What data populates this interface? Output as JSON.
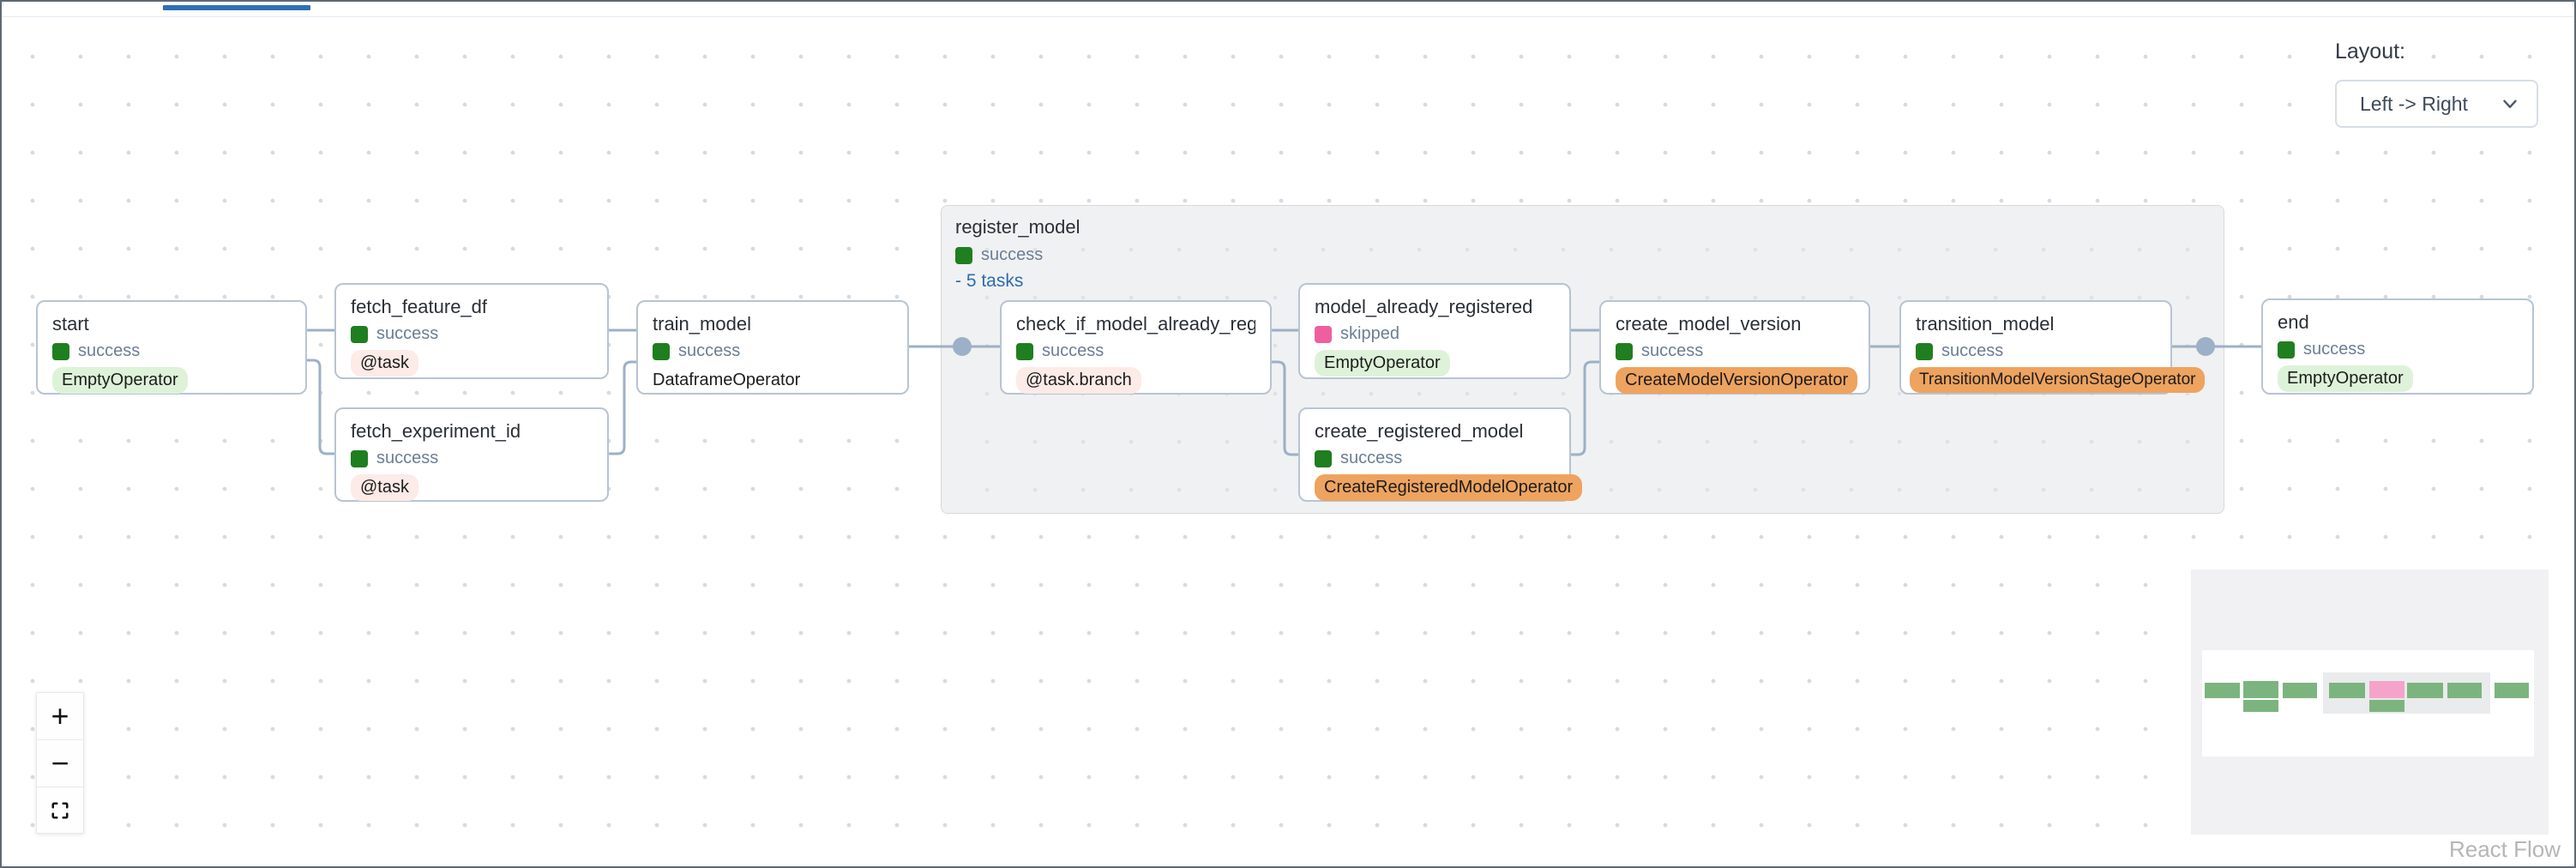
{
  "layout_panel": {
    "label": "Layout:",
    "value": "Left -> Right"
  },
  "group": {
    "title": "register_model",
    "status": "success",
    "tasks_link": "- 5 tasks"
  },
  "nodes": [
    {
      "title": "start",
      "status": "success",
      "operator": "EmptyOperator"
    },
    {
      "title": "fetch_feature_df",
      "status": "success",
      "operator": "@task"
    },
    {
      "title": "fetch_experiment_id",
      "status": "success",
      "operator": "@task"
    },
    {
      "title": "train_model",
      "status": "success",
      "operator": "DataframeOperator"
    },
    {
      "title": "check_if_model_already_regis...",
      "status": "success",
      "operator": "@task.branch"
    },
    {
      "title": "model_already_registered",
      "status": "skipped",
      "operator": "EmptyOperator"
    },
    {
      "title": "create_registered_model",
      "status": "success",
      "operator": "CreateRegisteredModelOperator"
    },
    {
      "title": "create_model_version",
      "status": "success",
      "operator": "CreateModelVersionOperator"
    },
    {
      "title": "transition_model",
      "status": "success",
      "operator": "TransitionModelVersionStageOperator"
    },
    {
      "title": "end",
      "status": "success",
      "operator": "EmptyOperator"
    }
  ],
  "edges": [
    {
      "from": "start",
      "to": "fetch_feature_df"
    },
    {
      "from": "start",
      "to": "fetch_experiment_id"
    },
    {
      "from": "fetch_feature_df",
      "to": "train_model"
    },
    {
      "from": "fetch_experiment_id",
      "to": "train_model"
    },
    {
      "from": "train_model",
      "to": "register_model.check_if_model_already_registered"
    },
    {
      "from": "check_if_model_already_registered",
      "to": "model_already_registered"
    },
    {
      "from": "check_if_model_already_registered",
      "to": "create_registered_model"
    },
    {
      "from": "model_already_registered",
      "to": "create_model_version"
    },
    {
      "from": "create_registered_model",
      "to": "create_model_version"
    },
    {
      "from": "create_model_version",
      "to": "transition_model"
    },
    {
      "from": "transition_model",
      "to": "end"
    }
  ],
  "controls": {
    "zoom_in": "+",
    "zoom_out": "−"
  },
  "attribution": "React Flow",
  "colors": {
    "success_square": "#1f7e1f",
    "skipped_square": "#ee5f9f",
    "tab_accent": "#2e6fb7",
    "edge": "#9cb0c7",
    "pill_green": "#def2d9",
    "pill_pink": "#fcebe7",
    "pill_orange": "#eea35f",
    "minimap_node_green": "#7cb47f",
    "minimap_node_pink": "#f5a3cb",
    "tasks_link_blue": "#2b6cb0"
  }
}
